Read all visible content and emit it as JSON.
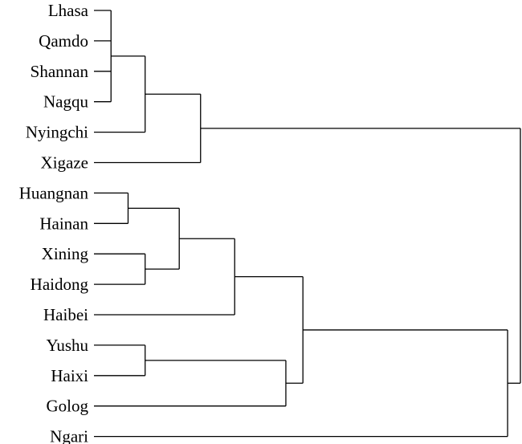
{
  "chart_data": {
    "type": "dendrogram",
    "leaves": [
      "Lhasa",
      "Qamdo",
      "Shannan",
      "Nagqu",
      "Nyingchi",
      "Xigaze",
      "Huangnan",
      "Hainan",
      "Xining",
      "Haidong",
      "Haibei",
      "Yushu",
      "Haixi",
      "Golog",
      "Ngari"
    ],
    "merges": [
      {
        "children": [
          "Lhasa",
          "Qamdo",
          "Shannan",
          "Nagqu"
        ],
        "height": 0.04
      },
      {
        "children": [
          "Huangnan",
          "Hainan"
        ],
        "height": 0.08
      },
      {
        "children": [
          "Xining",
          "Haidong"
        ],
        "height": 0.12
      },
      {
        "children": [
          "Yushu",
          "Haixi"
        ],
        "height": 0.12
      },
      {
        "children": [
          "C1",
          "Nyingchi"
        ],
        "height": 0.12
      },
      {
        "children": [
          "C2",
          "C3"
        ],
        "height": 0.2
      },
      {
        "children": [
          "C5",
          "Xigaze"
        ],
        "height": 0.25
      },
      {
        "children": [
          "C6",
          "Haibei"
        ],
        "height": 0.33
      },
      {
        "children": [
          "C4",
          "Golog"
        ],
        "height": 0.45
      },
      {
        "children": [
          "C8",
          "C9"
        ],
        "height": 0.49
      },
      {
        "children": [
          "C10",
          "Ngari"
        ],
        "height": 0.97
      },
      {
        "children": [
          "C7",
          "C11"
        ],
        "height": 1.0
      }
    ]
  }
}
